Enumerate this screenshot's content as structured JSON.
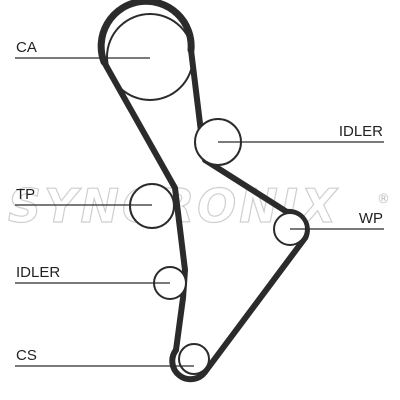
{
  "diagram": {
    "labels": {
      "ca": "CA",
      "idler_upper": "IDLER",
      "tp": "TP",
      "wp": "WP",
      "idler_lower": "IDLER",
      "cs": "CS"
    },
    "watermark": {
      "text": "SYNCRONIX",
      "mark": "®"
    },
    "colors": {
      "belt": "#2b2b2b",
      "pulley": "#2b2b2b",
      "leader": "#2b2b2b",
      "watermark": "#cfcfcf"
    }
  }
}
